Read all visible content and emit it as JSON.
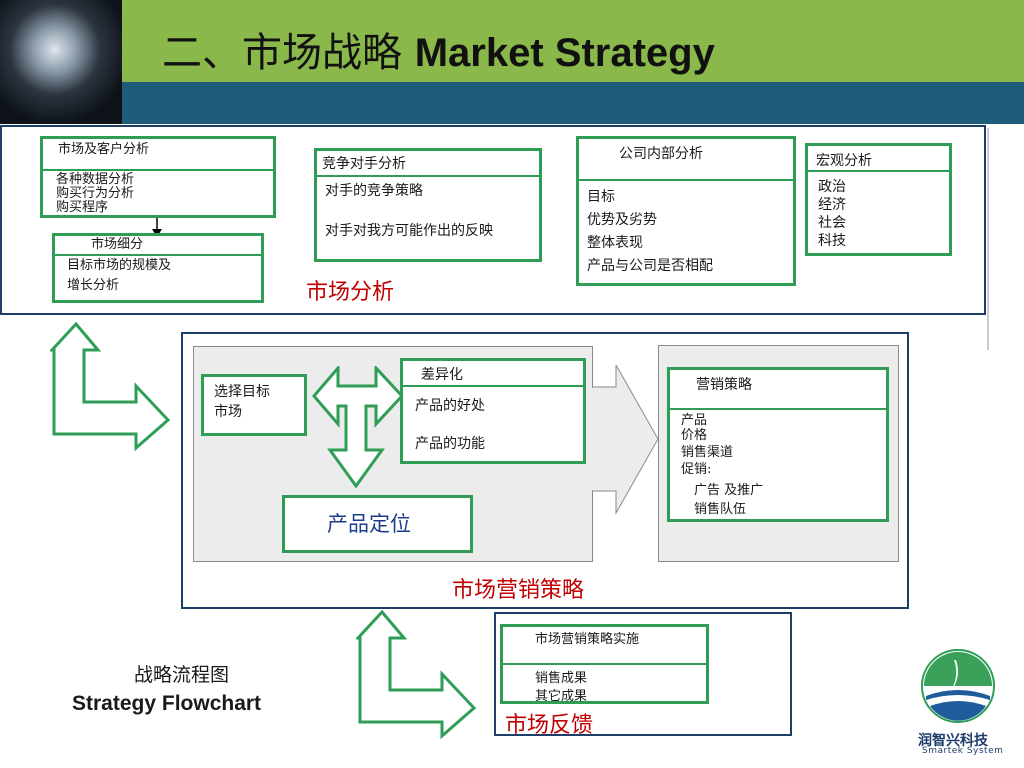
{
  "title": {
    "cn": "二、市场战略",
    "en": "Market Strategy"
  },
  "colors": {
    "header_green": "#8ab84a",
    "header_blue": "#1e5c7c",
    "box_border": "#2e9e57",
    "outer_border": "#1b3f68",
    "accent_red": "#c00000"
  },
  "market_analysis": {
    "label": "市场分析",
    "customer": {
      "title": "市场及客户分析",
      "items": [
        "各种数据分析",
        "购买行为分析",
        "购买程序"
      ]
    },
    "segmentation": {
      "title": "市场细分",
      "items": [
        "目标市场的规模及",
        "增长分析"
      ]
    },
    "competitor": {
      "title": "竞争对手分析",
      "items": [
        "对手的竞争策略",
        "对手对我方可能作出的反映"
      ]
    },
    "internal": {
      "title": "公司内部分析",
      "items": [
        "目标",
        "优势及劣势",
        "整体表现",
        "产品与公司是否相配"
      ]
    },
    "macro": {
      "title": "宏观分析",
      "items": [
        "政治",
        "经济",
        "社会",
        "科技"
      ]
    }
  },
  "marketing_strategy": {
    "label": "市场营销策略",
    "target": {
      "lines": [
        "选择目标",
        "市场"
      ]
    },
    "differentiation": {
      "title": "差异化",
      "items": [
        "产品的好处",
        "产品的功能"
      ]
    },
    "positioning": {
      "title": "产品定位"
    },
    "tactics": {
      "title": "营销策略",
      "items": [
        "产品",
        "价格",
        "销售渠道",
        "促销:",
        "广告 及推广",
        "销售队伍"
      ]
    }
  },
  "feedback": {
    "label": "市场反馈",
    "implementation": {
      "title": "市场营销策略实施",
      "items": [
        "销售成果",
        "其它成果"
      ]
    }
  },
  "caption": {
    "cn": "战略流程图",
    "en": "Strategy Flowchart"
  },
  "logo": {
    "text": "润智兴科技",
    "sub": "Smartek System"
  }
}
